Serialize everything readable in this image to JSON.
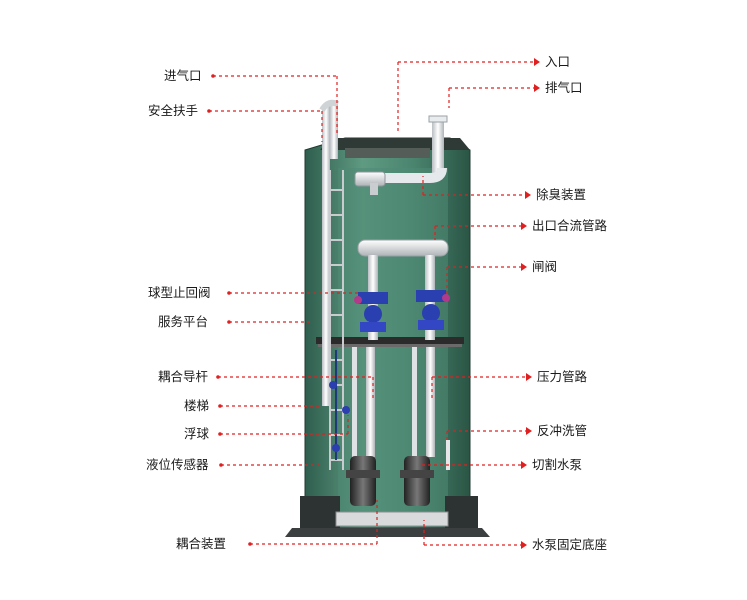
{
  "labels": {
    "inlet_gas": "进气口",
    "safety_handrail": "安全扶手",
    "ball_check_valve": "球型止回阀",
    "service_platform": "服务平台",
    "coupling_guide_rod": "耦合导杆",
    "ladder": "楼梯",
    "float_ball": "浮球",
    "level_sensor": "液位传感器",
    "coupling_device": "耦合装置",
    "inlet": "入口",
    "exhaust": "排气口",
    "deodorizer": "除臭装置",
    "outlet_manifold": "出口合流管路",
    "gate_valve": "闸阀",
    "pressure_pipe": "压力管路",
    "backwash_pipe": "反冲洗管",
    "cutting_pump": "切割水泵",
    "pump_base": "水泵固定底座"
  },
  "colors": {
    "tank_green": "#3f7a66",
    "tank_green_light": "#6ea48e",
    "leader_red": "#e02020",
    "valve_blue": "#2a3fb0",
    "pipe_white": "#eef0f1"
  }
}
